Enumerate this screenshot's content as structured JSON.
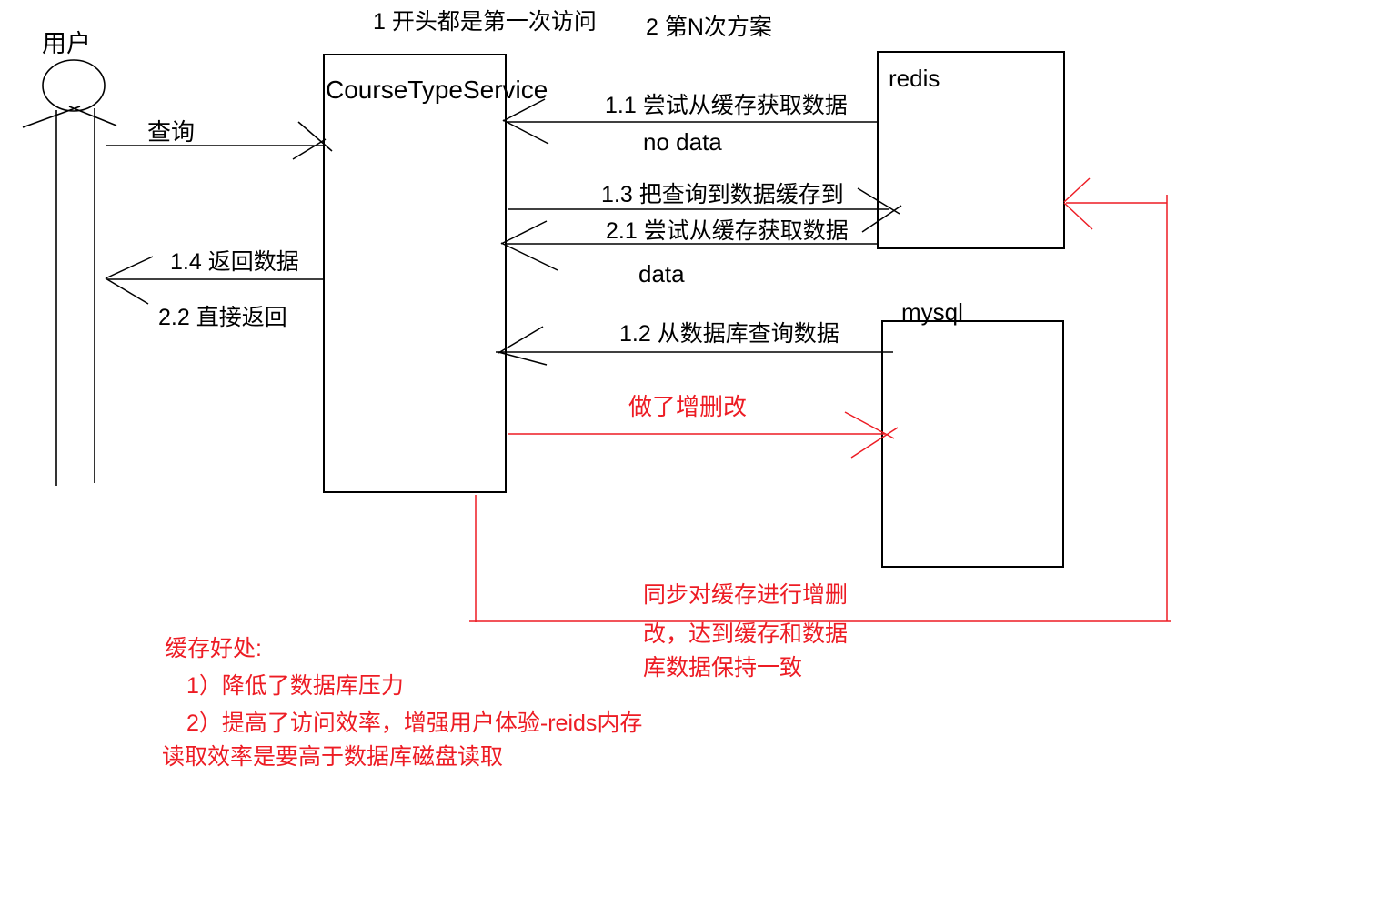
{
  "page": {
    "background": "#ffffff"
  },
  "colors": {
    "ink": "#000000",
    "red": "#ed1c24"
  },
  "notes_top": {
    "first_visit": "1 开头都是第一次访问",
    "nth_visit": "2 第N次方案"
  },
  "actor": {
    "label": "用户"
  },
  "nodes": {
    "service": {
      "label": "CourseTypeService"
    },
    "redis": {
      "label": "redis"
    },
    "mysql": {
      "label": "mysql"
    }
  },
  "messages": {
    "query": {
      "label": "查询"
    },
    "m1_1": {
      "label": "1.1 尝试从缓存获取数据",
      "result": "no data"
    },
    "m1_3": {
      "label": "1.3 把查询到数据缓存到"
    },
    "m2_1": {
      "label": "2.1 尝试从缓存获取数据",
      "result": "data"
    },
    "m1_4": {
      "label": "1.4 返回数据"
    },
    "m2_2": {
      "label": "2.2 直接返回"
    },
    "m1_2": {
      "label": "1.2 从数据库查询数据"
    },
    "crud": {
      "label": "做了增删改"
    }
  },
  "annotations": {
    "sync_note": {
      "line1": "同步对缓存进行增删",
      "line2": "改，达到缓存和数据",
      "line3": "库数据保持一致"
    },
    "benefits": {
      "title": "缓存好处:",
      "item1": "1）降低了数据库压力",
      "item2": "2）提高了访问效率，增强用户体验-reids内存",
      "item2_cont": "读取效率是要高于数据库磁盘读取"
    }
  }
}
